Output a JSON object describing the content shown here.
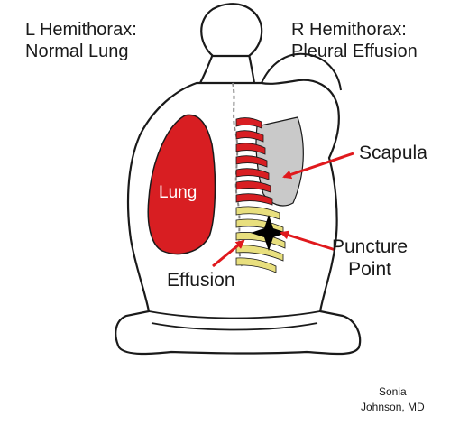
{
  "header_left": {
    "line1": "L Hemithorax:",
    "line2": "Normal Lung"
  },
  "header_right": {
    "line1": "R Hemithorax:",
    "line2": "Pleural Effusion"
  },
  "labels": {
    "lung": "Lung",
    "scapula": "Scapula",
    "puncture_line1": "Puncture",
    "puncture_line2": "Point",
    "effusion": "Effusion"
  },
  "credit": {
    "line1": "Sonia",
    "line2": "Johnson, MD"
  },
  "colors": {
    "lung": "#d81e22",
    "rib": "#d81e22",
    "effusion": "#e8df7e",
    "scapula": "#c9c9c9",
    "arrow": "#e0191d",
    "outline": "#1a1a1a",
    "marker": "#000000"
  },
  "icons": {
    "puncture_marker": "four-point-star-icon"
  }
}
